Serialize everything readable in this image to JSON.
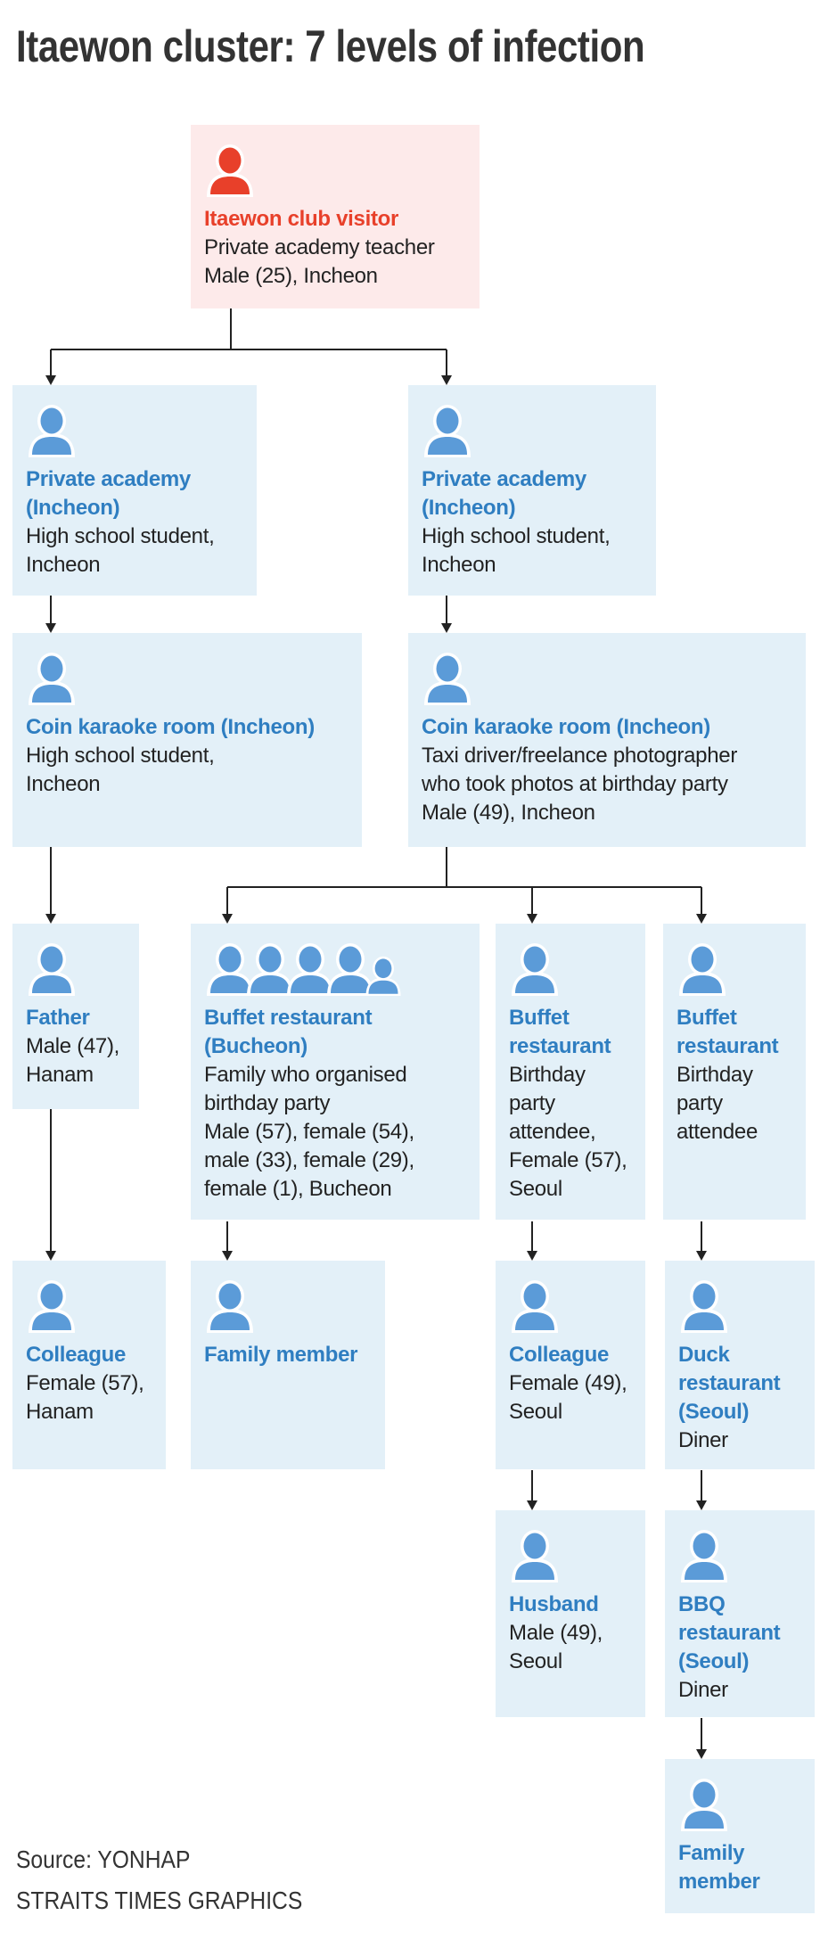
{
  "title": "Itaewon cluster: 7 levels of infection",
  "colors": {
    "origin_accent": "#e8402a",
    "origin_background": "#fdeaea",
    "node_heading": "#2f7ec1",
    "node_icon": "#5b9bd8",
    "node_background": "#e3f0f8",
    "connector": "#222222"
  },
  "nodes": {
    "origin": {
      "icon": "person-icon",
      "icon_count": 1,
      "heading": "Itaewon club visitor",
      "lines": [
        "Private academy teacher",
        "Male (25), Incheon"
      ]
    },
    "academy_left": {
      "icon": "person-icon",
      "icon_count": 1,
      "heading": [
        "Private academy",
        "(Incheon)"
      ],
      "lines": [
        "High school student,",
        "Incheon"
      ]
    },
    "academy_right": {
      "icon": "person-icon",
      "icon_count": 1,
      "heading": [
        "Private academy",
        "(Incheon)"
      ],
      "lines": [
        "High school student,",
        "Incheon"
      ]
    },
    "karaoke_left": {
      "icon": "person-icon",
      "icon_count": 1,
      "heading": "Coin karaoke room (Incheon)",
      "lines": [
        "High school student,",
        "Incheon"
      ]
    },
    "karaoke_right": {
      "icon": "person-icon",
      "icon_count": 1,
      "heading": "Coin karaoke room (Incheon)",
      "lines": [
        "Taxi driver/freelance photographer",
        "who took photos at birthday party",
        "Male (49), Incheon"
      ]
    },
    "father": {
      "icon": "person-icon",
      "icon_count": 1,
      "heading": "Father",
      "lines": [
        "Male (47),",
        "Hanam"
      ]
    },
    "buffet_bucheon": {
      "icon": "family-group-icon",
      "icon_count": 5,
      "heading": [
        "Buffet restaurant",
        "(Bucheon)"
      ],
      "lines": [
        "Family who organised",
        "birthday party",
        "Male (57), female (54),",
        "male (33), female (29),",
        "female (1), Bucheon"
      ]
    },
    "buffet_attendee_1": {
      "icon": "person-icon",
      "icon_count": 1,
      "heading": [
        "Buffet",
        "restaurant"
      ],
      "lines": [
        "Birthday",
        "party",
        "attendee,",
        "Female (57),",
        "Seoul"
      ]
    },
    "buffet_attendee_2": {
      "icon": "person-icon",
      "icon_count": 1,
      "heading": [
        "Buffet",
        "restaurant"
      ],
      "lines": [
        "Birthday",
        "party",
        "attendee"
      ]
    },
    "colleague_hanam": {
      "icon": "person-icon",
      "icon_count": 1,
      "heading": "Colleague",
      "lines": [
        "Female (57),",
        "Hanam"
      ]
    },
    "family_member_bucheon": {
      "icon": "person-icon",
      "icon_count": 1,
      "heading": "Family member",
      "lines": []
    },
    "colleague_seoul": {
      "icon": "person-icon",
      "icon_count": 1,
      "heading": "Colleague",
      "lines": [
        "Female (49),",
        "Seoul"
      ]
    },
    "duck_restaurant": {
      "icon": "person-icon",
      "icon_count": 1,
      "heading": [
        "Duck",
        "restaurant",
        "(Seoul)"
      ],
      "lines": [
        "Diner"
      ]
    },
    "husband": {
      "icon": "person-icon",
      "icon_count": 1,
      "heading": "Husband",
      "lines": [
        "Male (49),",
        "Seoul"
      ]
    },
    "bbq_restaurant": {
      "icon": "person-icon",
      "icon_count": 1,
      "heading": [
        "BBQ",
        "restaurant",
        "(Seoul)"
      ],
      "lines": [
        "Diner"
      ]
    },
    "family_member_seoul": {
      "icon": "person-icon",
      "icon_count": 1,
      "heading": [
        "Family",
        "member"
      ],
      "lines": []
    }
  },
  "edges": [
    [
      "origin",
      "academy_left"
    ],
    [
      "origin",
      "academy_right"
    ],
    [
      "academy_left",
      "karaoke_left"
    ],
    [
      "academy_right",
      "karaoke_right"
    ],
    [
      "karaoke_left",
      "father"
    ],
    [
      "karaoke_right",
      "buffet_bucheon"
    ],
    [
      "karaoke_right",
      "buffet_attendee_1"
    ],
    [
      "karaoke_right",
      "buffet_attendee_2"
    ],
    [
      "father",
      "colleague_hanam"
    ],
    [
      "buffet_bucheon",
      "family_member_bucheon"
    ],
    [
      "buffet_attendee_1",
      "colleague_seoul"
    ],
    [
      "buffet_attendee_2",
      "duck_restaurant"
    ],
    [
      "colleague_seoul",
      "husband"
    ],
    [
      "duck_restaurant",
      "bbq_restaurant"
    ],
    [
      "bbq_restaurant",
      "family_member_seoul"
    ]
  ],
  "footer": {
    "source": "Source: YONHAP",
    "credit": "STRAITS TIMES GRAPHICS"
  }
}
